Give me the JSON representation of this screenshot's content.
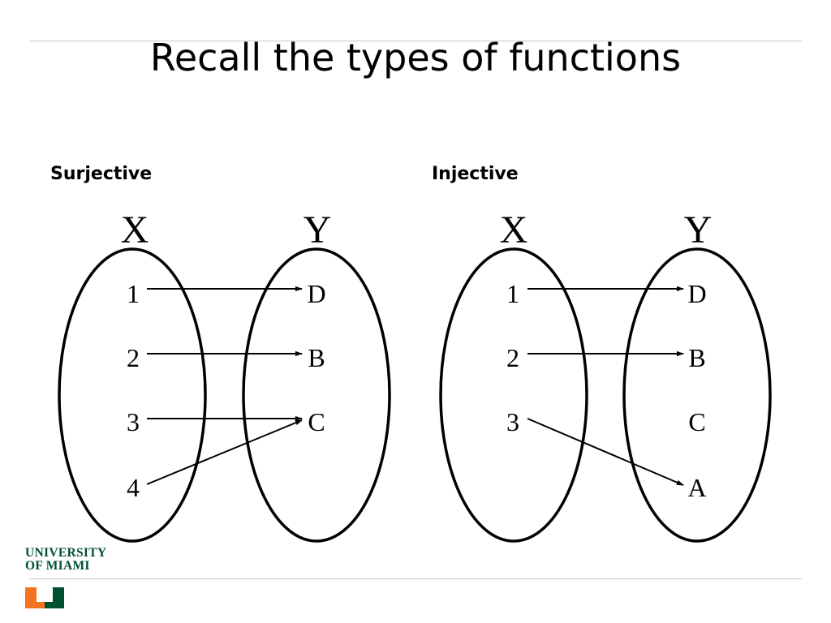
{
  "slide": {
    "title": "Recall the types of functions"
  },
  "panels": [
    {
      "label": "Surjective",
      "domain_label": "X",
      "codomain_label": "Y",
      "domain": [
        "1",
        "2",
        "3",
        "4"
      ],
      "codomain": [
        "D",
        "B",
        "C"
      ],
      "mapping": [
        [
          "1",
          "D"
        ],
        [
          "2",
          "B"
        ],
        [
          "3",
          "C"
        ],
        [
          "4",
          "C"
        ]
      ]
    },
    {
      "label": "Injective",
      "domain_label": "X",
      "codomain_label": "Y",
      "domain": [
        "1",
        "2",
        "3"
      ],
      "codomain": [
        "D",
        "B",
        "C",
        "A"
      ],
      "mapping": [
        [
          "1",
          "D"
        ],
        [
          "2",
          "B"
        ],
        [
          "3",
          "A"
        ]
      ]
    }
  ],
  "logo": {
    "line1": "UNIVERSITY",
    "line2": "OF MIAMI",
    "colors": {
      "green": "#005030",
      "orange": "#f47321"
    }
  }
}
